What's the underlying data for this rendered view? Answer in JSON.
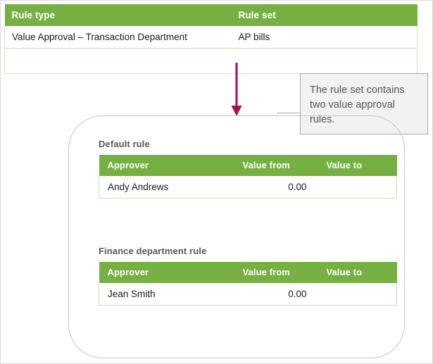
{
  "colors": {
    "header_green": "#76b043",
    "row_border_green": "#cfe3bd",
    "arrow_magenta": "#a4124c",
    "callout_bg": "#f2f2f2",
    "callout_border": "#a6a6a6",
    "container_border": "#c4c4c4",
    "label_gray": "#595959"
  },
  "top_table": {
    "columns": [
      "Rule type",
      "Rule set"
    ],
    "rows": [
      [
        "Value Approval – Transaction Department",
        "AP bills"
      ],
      [
        "",
        ""
      ]
    ]
  },
  "callout": {
    "text": "The rule set contains two value approval rules."
  },
  "connector": {
    "icon": "down-arrow-icon"
  },
  "ruleset": {
    "sections": [
      {
        "label": "Default rule",
        "columns": [
          "Approver",
          "Value from",
          "Value to"
        ],
        "rows": [
          {
            "approver": "Andy Andrews",
            "value_from": "0.00",
            "value_to": ""
          }
        ]
      },
      {
        "label": "Finance department rule",
        "columns": [
          "Approver",
          "Value from",
          "Value to"
        ],
        "rows": [
          {
            "approver": "Jean Smith",
            "value_from": "0.00",
            "value_to": ""
          }
        ]
      }
    ]
  }
}
